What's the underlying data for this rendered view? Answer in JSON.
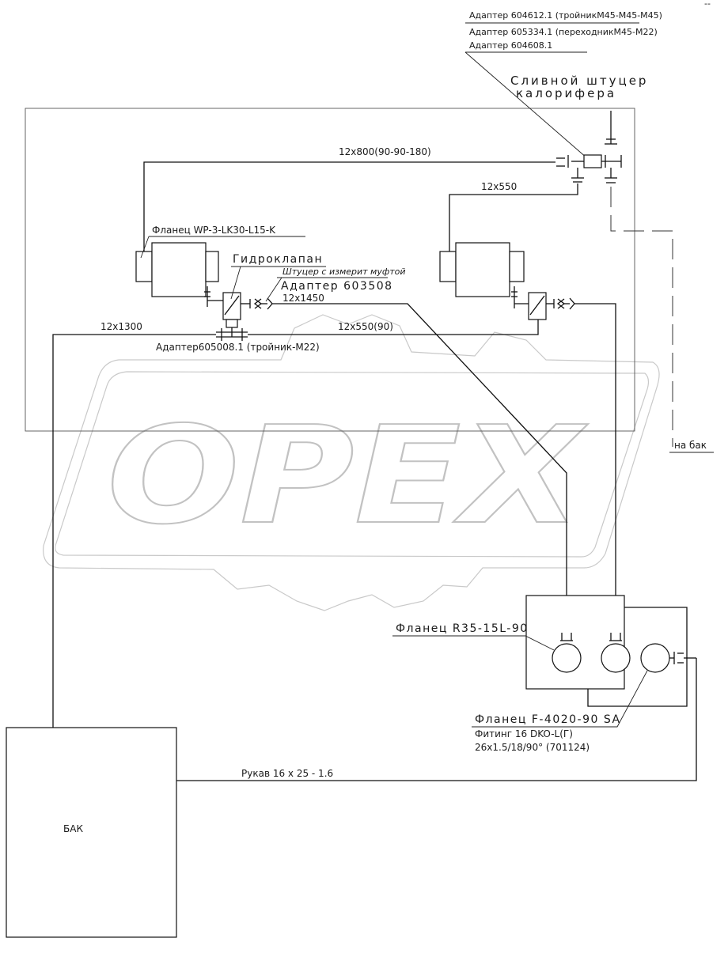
{
  "watermark": {
    "text": "OPEX"
  },
  "labels": {
    "adapter_1": "Адаптер 604612.1 (тройникМ45-М45-М45)",
    "adapter_2": "Адаптер 605334.1 (переходникМ45-М22)",
    "adapter_3": "Адаптер 604608.1",
    "drain_line1": "Сливной штуцер",
    "drain_line2": "калорифера",
    "pipe_12x800": "12x800(90-90-180)",
    "pipe_12x550_top": "12x550",
    "flange_wp": "Фланец WP-3-LK30-L15-K",
    "hydro_valve": "Гидроклапан",
    "fitting_gauge": "Штуцер с измерит муфтой",
    "adapter_603508": "Адаптер 603508",
    "pipe_12x1450": "12x1450",
    "pipe_12x1300": "12x1300",
    "pipe_12x550_90": "12x550(90)",
    "adapter_605008": "Адаптер605008.1 (тройник-М22)",
    "to_tank": "на бак",
    "flange_r35": "Фланец R35-15L-90",
    "flange_f4020": "Фланец F-4020-90 SA",
    "fitting_16_line1": "Фитинг 16 DKO-L(Г)",
    "fitting_16_line2": "26x1.5/18/90° (701124)",
    "hose": "Рукав 16 x 25 - 1.6",
    "tank": "БАК"
  }
}
